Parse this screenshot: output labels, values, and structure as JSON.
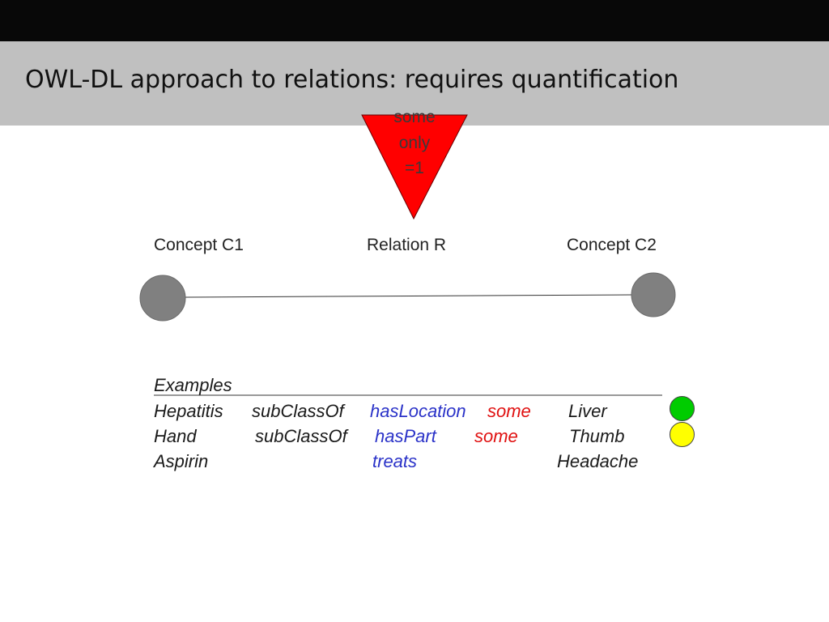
{
  "slide": {
    "title": "OWL-DL approach to relations: requires quantification"
  },
  "quantifiers": [
    "some",
    "only",
    "=1"
  ],
  "diagram": {
    "concept_c1": "Concept C1",
    "relation_r": "Relation R",
    "concept_c2": "Concept C2",
    "node_color": "#808080",
    "quantifier_color": "#ff0000"
  },
  "examples": {
    "heading": "Examples",
    "rows": [
      {
        "subject": "Hepatitis",
        "axiom": "subClassOf",
        "relation": "hasLocation",
        "quantifier": "some",
        "object": "Liver",
        "status_color": "#00cc00"
      },
      {
        "subject": "Hand",
        "axiom": "subClassOf",
        "relation": "hasPart",
        "quantifier": "some",
        "object": "Thumb",
        "status_color": "#ffff00"
      },
      {
        "subject": "Aspirin",
        "axiom": "",
        "relation": "treats",
        "quantifier": "",
        "object": "Headache"
      }
    ]
  }
}
